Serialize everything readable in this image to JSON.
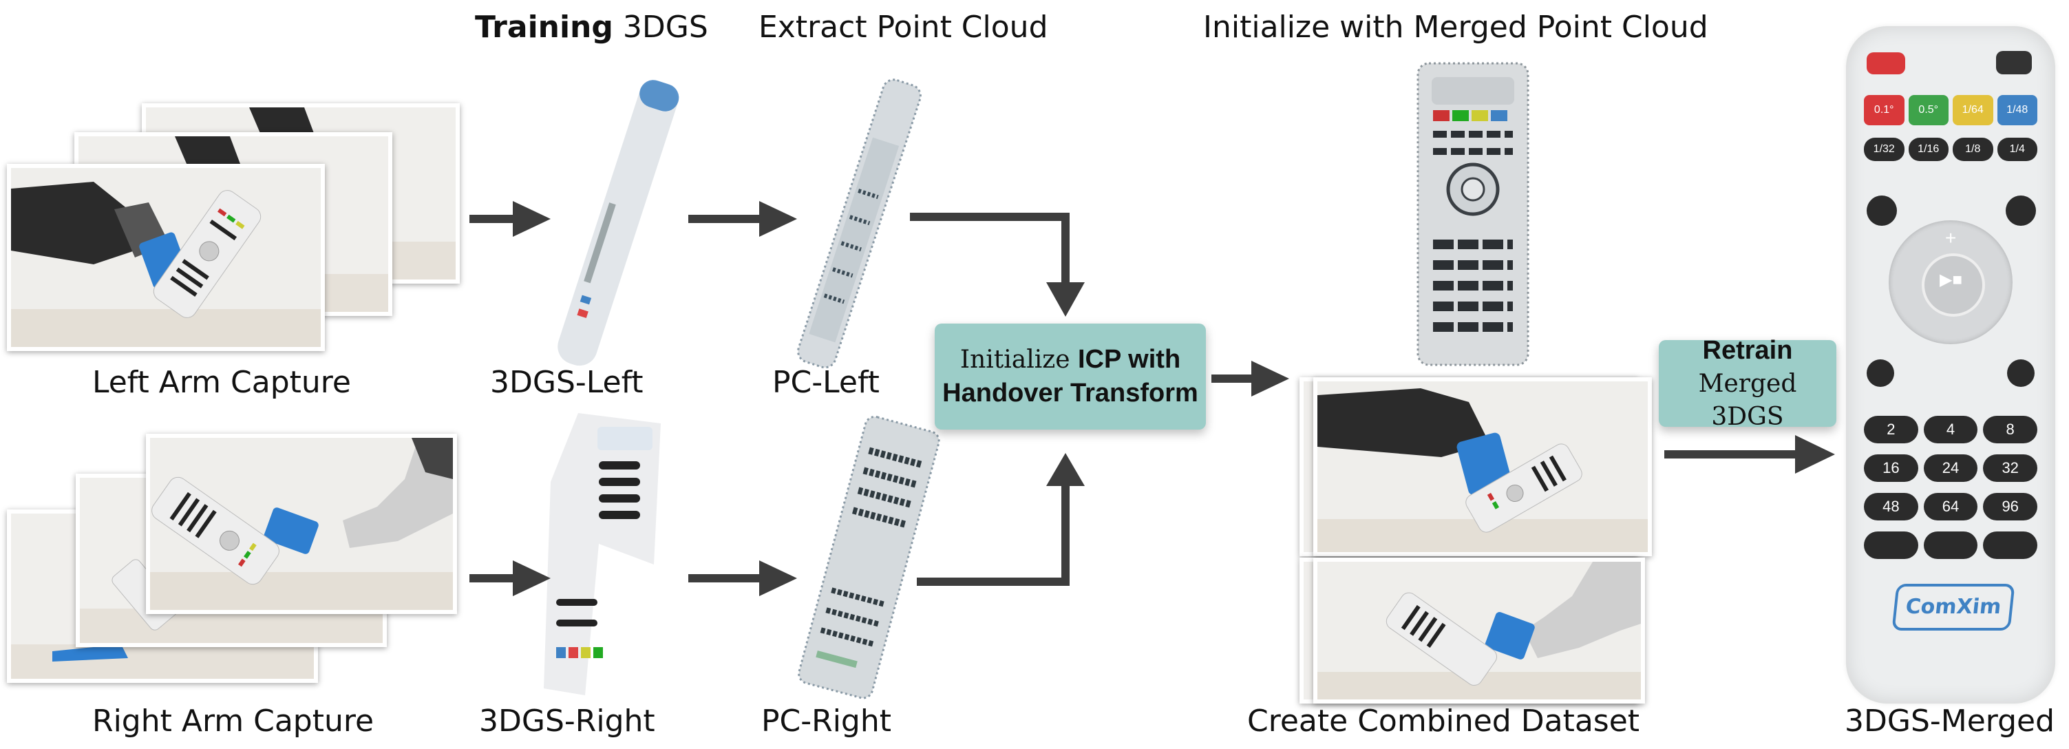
{
  "headers": {
    "training_bold": "Training",
    "training_rest": " 3DGS",
    "extract": "Extract Point Cloud",
    "initialize_merged": "Initialize with Merged Point Cloud"
  },
  "captions": {
    "left_arm": "Left Arm Capture",
    "right_arm": "Right Arm Capture",
    "gs_left": "3DGS-Left",
    "gs_right": "3DGS-Right",
    "pc_left": "PC-Left",
    "pc_right": "PC-Right",
    "combined": "Create Combined Dataset",
    "merged": "3DGS-Merged"
  },
  "icp_box": {
    "line1_light": "Initialize ",
    "line1_bold": "ICP with",
    "line2_bold": "Handover Transform"
  },
  "retrain_box": {
    "line1_bold": "Retrain",
    "line2_light": "Merged 3DGS"
  },
  "remote_buttons": {
    "row1": [
      "0.1°",
      "0.5°",
      "1/64",
      "1/48"
    ],
    "row2": [
      "1/32",
      "1/16",
      "1/8",
      "1/4"
    ],
    "row3": [
      "2",
      "4",
      "8"
    ],
    "row4": [
      "16",
      "24",
      "32"
    ],
    "row5": [
      "48",
      "64",
      "96"
    ],
    "brand": "ComXim"
  },
  "colors": {
    "teal_box": "#9ccdc8",
    "arrow": "#3d3d3d",
    "remote_blue": "#3f82c4"
  }
}
